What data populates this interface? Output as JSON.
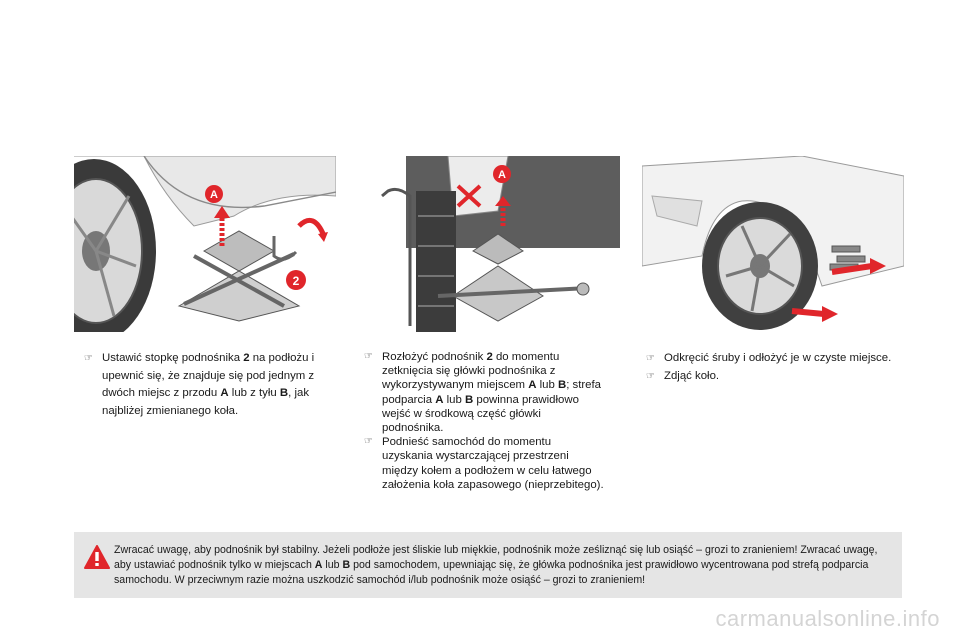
{
  "illustrations": [
    {
      "markers": [
        "A",
        "2"
      ]
    },
    {
      "markers": [
        "A"
      ]
    },
    {
      "markers": []
    }
  ],
  "column1": {
    "items": [
      {
        "parts": [
          "Ustawić stopkę podnośnika ",
          "2",
          " na podłożu i upewnić się, że znajduje się pod jednym z dwóch miejsc z przodu ",
          "A",
          " lub z tyłu ",
          "B",
          ", jak najbliżej zmienianego koła."
        ]
      }
    ]
  },
  "column2": {
    "items": [
      {
        "parts": [
          "Rozłożyć podnośnik ",
          "2",
          " do momentu zetknięcia się główki podnośnika z wykorzystywanym miejscem ",
          "A",
          " lub ",
          "B",
          "; strefa podparcia ",
          "A",
          " lub ",
          "B",
          " powinna prawidłowo wejść w środkową część główki podnośnika."
        ]
      },
      {
        "parts": [
          "Podnieść samochód do momentu uzyskania wystarczającej przestrzeni między kołem a podłożem w celu łatwego założenia koła zapasowego (nieprzebitego)."
        ]
      }
    ]
  },
  "column3": {
    "items": [
      {
        "parts": [
          "Odkręcić śruby i odłożyć je w czyste miejsce."
        ]
      },
      {
        "parts": [
          "Zdjąć koło."
        ]
      }
    ]
  },
  "warning": {
    "parts": [
      "Zwracać uwagę, aby podnośnik był stabilny. Jeżeli podłoże jest śliskie lub miękkie, podnośnik może ześliznąć się lub osiąść – grozi to zranieniem! Zwracać uwagę, aby ustawiać podnośnik tylko w miejscach ",
      "A",
      " lub ",
      "B",
      " pod samochodem, upewniając się, że główka podnośnika jest prawidłowo wycentrowana pod strefą podparcia samochodu. W przeciwnym razie można uszkodzić samochód i/lub podnośnik może osiąść – grozi to zranieniem!"
    ]
  },
  "watermark": "carmanualsonline.info",
  "colors": {
    "accent_red": "#e0262b",
    "warning_bg": "#e5e5e5"
  },
  "icons": {
    "bullet": "finger-pointer-icon",
    "warning": "warning-exclamation-icon"
  }
}
